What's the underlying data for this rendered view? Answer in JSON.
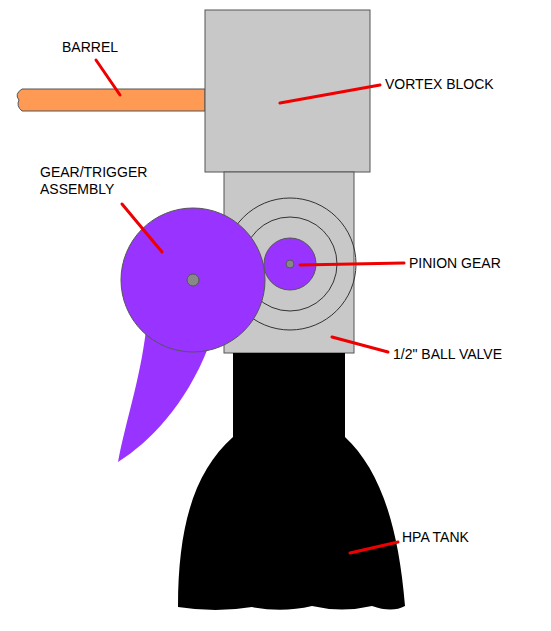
{
  "diagram": {
    "labels": [
      "BARREL",
      "VORTEX BLOCK",
      "GEAR/TRIGGER ASSEMBLY",
      "PINION GEAR",
      "1/2\" BALL VALVE",
      "HPA TANK"
    ]
  }
}
